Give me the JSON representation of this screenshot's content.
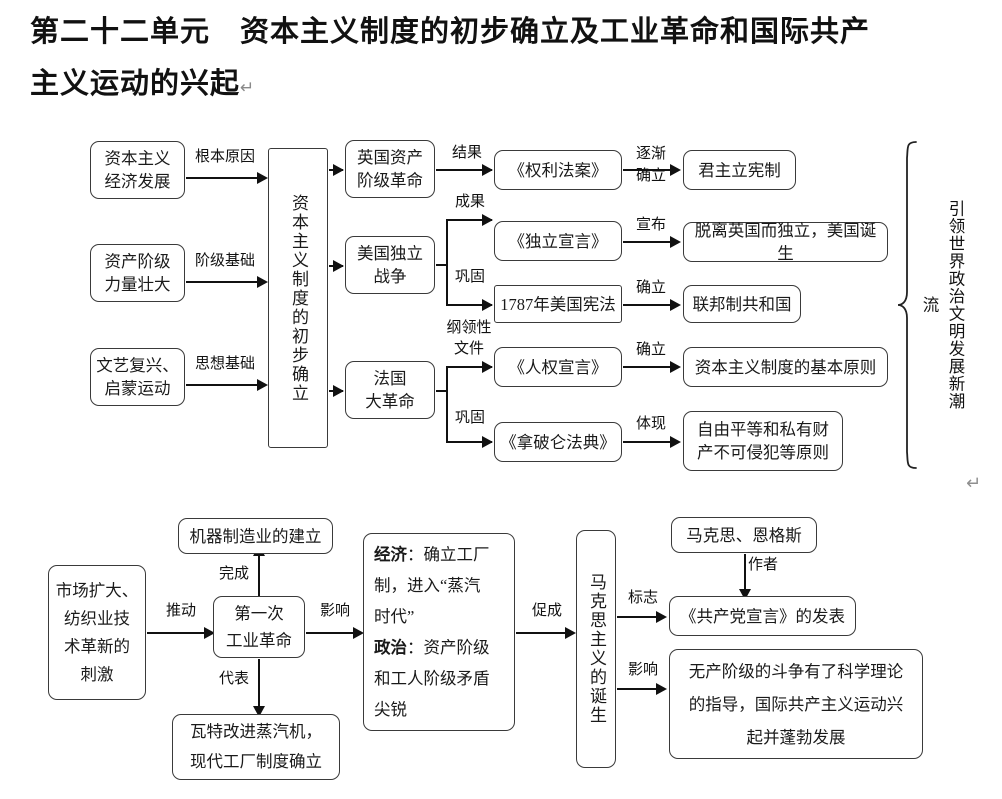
{
  "title": {
    "line1": "第二十二单元　资本主义制度的初步确立及工业革命和国际共产",
    "line2": "主义运动的兴起",
    "paragraph_mark": "↵"
  },
  "diagram1": {
    "causes": [
      {
        "text": "资本主义\n经济发展",
        "label": "根本原因"
      },
      {
        "text": "资产阶级\n力量壮大",
        "label": "阶级基础"
      },
      {
        "text": "文艺复兴、\n启蒙运动",
        "label": "思想基础"
      }
    ],
    "center": "资本主义制度的初步确立",
    "revolutions": [
      {
        "text": "英国资产\n阶级革命"
      },
      {
        "text": "美国独立\n战争"
      },
      {
        "text": "法国\n大革命"
      }
    ],
    "documents": [
      {
        "text": "《权利法案》",
        "in_label": "结果",
        "out_label": "逐渐\n确立"
      },
      {
        "text": "《独立宣言》",
        "in_label": "成果",
        "out_label": "宣布"
      },
      {
        "text": "1787年美国宪法",
        "in_label": "巩固",
        "out_label": "确立"
      },
      {
        "text": "《人权宣言》",
        "in_label": "纲领性\n文件",
        "out_label": "确立"
      },
      {
        "text": "《拿破仑法典》",
        "in_label": "巩固",
        "out_label": "体现"
      }
    ],
    "results": [
      {
        "text": "君主立宪制"
      },
      {
        "text": "脱离英国而独立，美国诞生"
      },
      {
        "text": "联邦制共和国"
      },
      {
        "text": "资本主义制度的基本原则"
      },
      {
        "text": "自由平等和私有财\n产不可侵犯等原则"
      }
    ],
    "brace_caption_col1": "引世政文发新流",
    "brace_caption_col2": "领界治明展潮",
    "brace_caption_full": "引领世界政治文明发展新潮流",
    "paragraph_mark": "↵"
  },
  "diagram2": {
    "stimulus": "市场扩大、\n纺织业技\n术革新的\n刺激",
    "stimulus_label": "推动",
    "core": "第一次\n工业革命",
    "up_box": "机器制造业的建立",
    "up_label": "完成",
    "down_box": "瓦特改进蒸汽机，\n现代工厂制度确立",
    "down_label": "代表",
    "impact_label": "影响",
    "impact_box": {
      "econ_key": "经济",
      "econ_val": "：确立工厂\n制，进入“蒸汽\n时代”",
      "pol_key": "政治",
      "pol_val": "：资产阶级\n和工人阶级矛盾\n尖锐"
    },
    "to_marx_label": "促成",
    "marxism": "马克思主义的诞生",
    "authors_box": "马克思、恩格斯",
    "authors_label": "作者",
    "manifesto": "《共产党宣言》的发表",
    "manifesto_label": "标志",
    "effect": "无产阶级的斗争有了科学理论\n的指导，国际共产主义运动兴\n起并蓬勃发展",
    "effect_label": "影响",
    "paragraph_mark": "↵"
  },
  "colors": {
    "line": "#111111",
    "box_border": "#3a3a3a",
    "text": "#1a1a1a",
    "muted": "#8f8f8f"
  }
}
